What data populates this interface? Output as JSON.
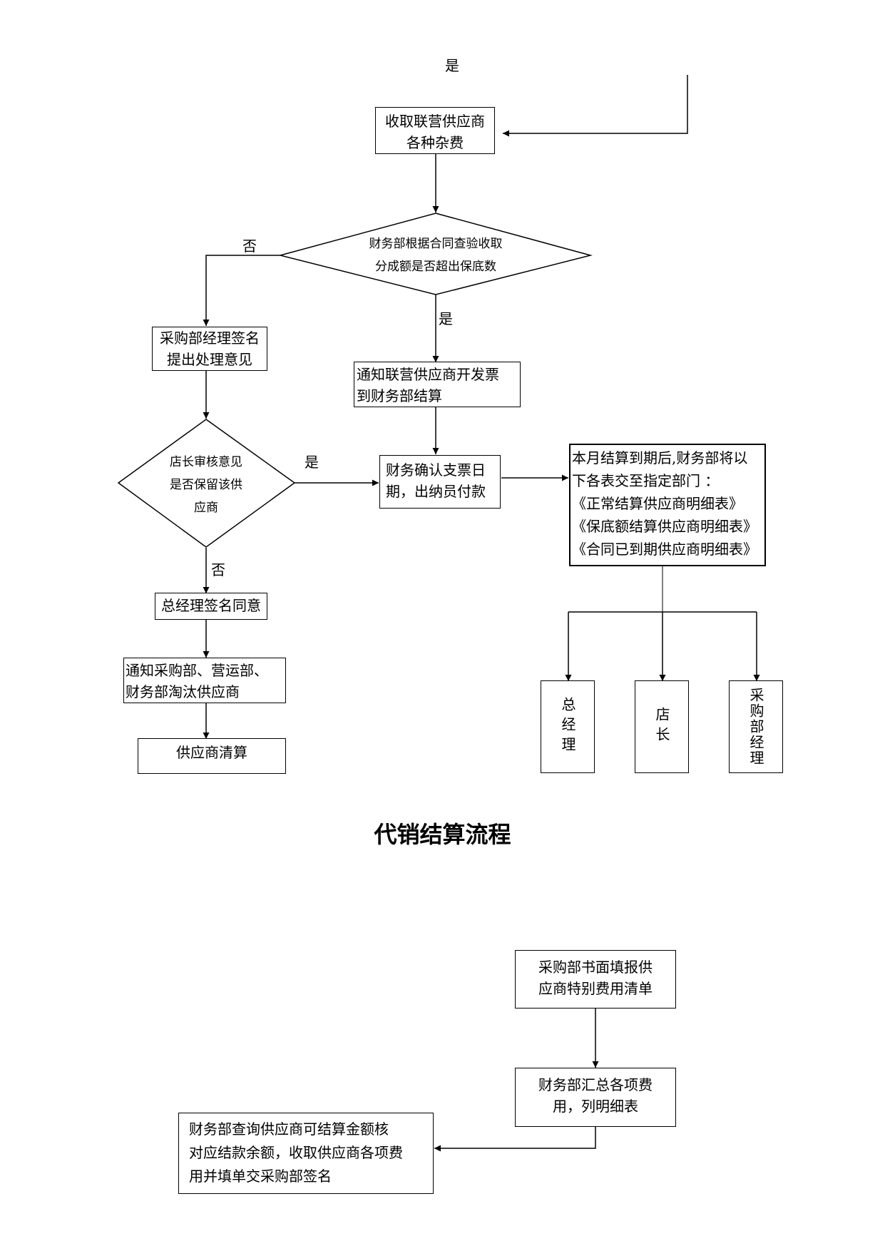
{
  "flow1": {
    "labels": {
      "yes_top": "是",
      "no_d1": "否",
      "yes_d1": "是",
      "yes_d2": "是",
      "no_d2": "否"
    },
    "collect_fees": [
      "收取联营供应商",
      "各种杂费"
    ],
    "decision_revenue": [
      "财务部根据合同查验收取",
      "分成额是否超出保底数"
    ],
    "purchase_mgr_sign": [
      "采购部经理签名",
      "提出处理意见"
    ],
    "notify_invoice": [
      "通知联营供应商开发票",
      "到财务部结算"
    ],
    "decision_store": [
      "店长审核意见",
      "是否保留该供",
      "应商"
    ],
    "confirm_payment": [
      "财务确认支票日",
      "期，出纳员付款"
    ],
    "monthly_reports": [
      "本月结算到期后,财务部将以",
      "下各表交至指定部门 ：",
      "《正常结算供应商明细表》",
      "《保底额结算供应商明细表》",
      "《合同已到期供应商明细表》"
    ],
    "gm_sign": "总经理签名同意",
    "notify_eliminate": [
      "通知采购部、营运部、",
      "财务部淘汰供应商"
    ],
    "clearing": "供应商清算",
    "recipients": [
      "总经理",
      "店长",
      "采购部经理"
    ]
  },
  "title": "代销结算流程",
  "flow2": {
    "special_fees": [
      "采购部书面填报供",
      "应商特别费用清单"
    ],
    "summarize_fees": [
      "财务部汇总各项费",
      "用，列明细表"
    ],
    "query_balance": [
      "财务部查询供应商可结算金额核",
      "对应结款余额，收取供应商各项费",
      "用并填单交采购部签名"
    ]
  }
}
